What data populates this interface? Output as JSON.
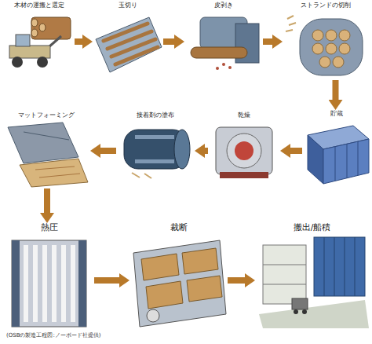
{
  "diagram": {
    "caption": "(OSBの製造工程図:ノーボード社提供)",
    "nodes": [
      {
        "text": [
          "木材の運搬と選定"
        ]
      },
      {
        "text": [
          "玉切り"
        ]
      },
      {
        "text": [
          "皮剥き"
        ]
      },
      {
        "text": [
          "ストランドの切削"
        ]
      },
      {
        "text": [
          "貯蔵"
        ]
      },
      {
        "text": [
          "乾燥"
        ]
      },
      {
        "text": [
          "接着剤の塗布"
        ]
      },
      {
        "text": [
          "マットフォーミング"
        ]
      },
      {
        "text": [
          "熱圧"
        ]
      },
      {
        "text": [
          "裁断"
        ]
      },
      {
        "text": [
          "搬出/船積"
        ]
      }
    ],
    "edges": [
      {
        "from": 0,
        "to": 1,
        "arrow": "to"
      },
      {
        "from": 1,
        "to": 2,
        "arrow": "to"
      },
      {
        "from": 2,
        "to": 3,
        "arrow": "to"
      },
      {
        "from": 3,
        "to": 4,
        "arrow": "to"
      },
      {
        "from": 4,
        "to": 5,
        "arrow": "to"
      },
      {
        "from": 5,
        "to": 6,
        "arrow": "to"
      },
      {
        "from": 6,
        "to": 7,
        "arrow": "to"
      },
      {
        "from": 7,
        "to": 8,
        "arrow": "to"
      },
      {
        "from": 8,
        "to": 9,
        "arrow": "to"
      },
      {
        "from": 9,
        "to": 10,
        "arrow": "to"
      }
    ]
  }
}
